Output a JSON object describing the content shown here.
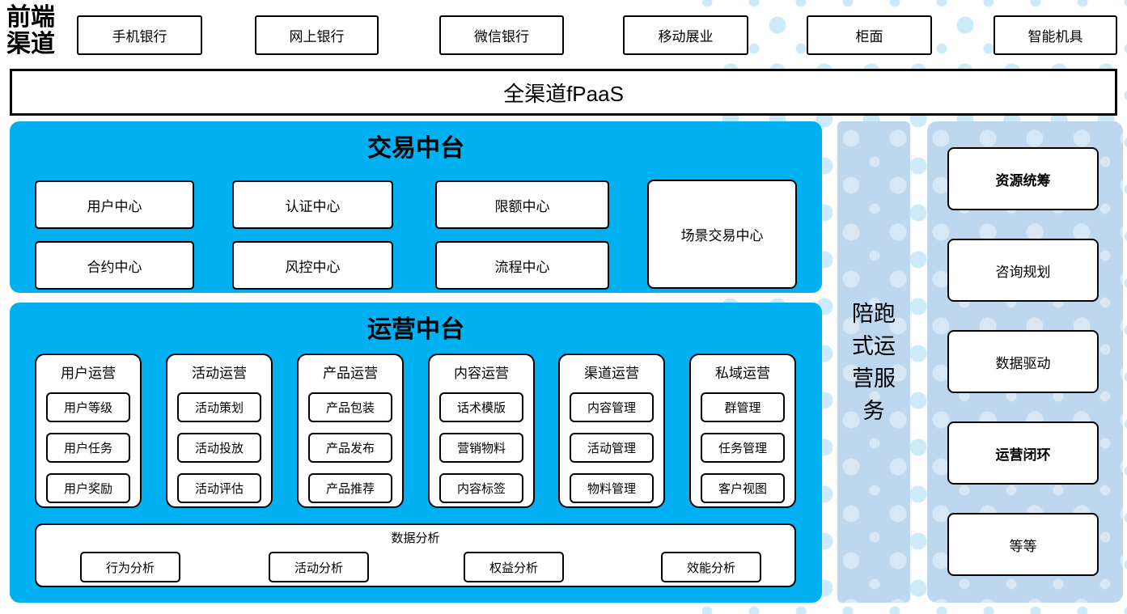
{
  "frontend": {
    "label": "前端渠道",
    "channels": [
      "手机银行",
      "网上银行",
      "微信银行",
      "移动展业",
      "柜面",
      "智能机具"
    ]
  },
  "fpaas": {
    "label": "全渠道fPaaS"
  },
  "transaction": {
    "title": "交易中台",
    "row1": [
      "用户中心",
      "认证中心",
      "限额中心"
    ],
    "row2": [
      "合约中心",
      "风控中心",
      "流程中心"
    ],
    "scene_center": "场景交易中心"
  },
  "operations": {
    "title": "运营中台",
    "columns": [
      {
        "header": "用户运营",
        "items": [
          "用户等级",
          "用户任务",
          "用户奖励"
        ]
      },
      {
        "header": "活动运营",
        "items": [
          "活动策划",
          "活动投放",
          "活动评估"
        ]
      },
      {
        "header": "产品运营",
        "items": [
          "产品包装",
          "产品发布",
          "产品推荐"
        ]
      },
      {
        "header": "内容运营",
        "items": [
          "话术模版",
          "营销物料",
          "内容标签"
        ]
      },
      {
        "header": "渠道运营",
        "items": [
          "内容管理",
          "活动管理",
          "物料管理"
        ]
      },
      {
        "header": "私域运营",
        "items": [
          "群管理",
          "任务管理",
          "客户视图"
        ]
      }
    ],
    "analysis": {
      "title": "数据分析",
      "items": [
        "行为分析",
        "活动分析",
        "权益分析",
        "效能分析"
      ]
    }
  },
  "sidebar": {
    "label": "陪跑式运营服务"
  },
  "right_panel": {
    "items": [
      {
        "label": "资源统筹",
        "bold": true
      },
      {
        "label": "咨询规划",
        "bold": false
      },
      {
        "label": "数据驱动",
        "bold": false
      },
      {
        "label": "运营闭环",
        "bold": true
      },
      {
        "label": "等等",
        "bold": false
      }
    ]
  },
  "colors": {
    "platform_blue": "#00b0f0",
    "panel_light_blue": "#bdd7ee",
    "dot_pattern_blue": "#cdeaf9",
    "box_border": "#000000",
    "box_fill": "#ffffff"
  }
}
